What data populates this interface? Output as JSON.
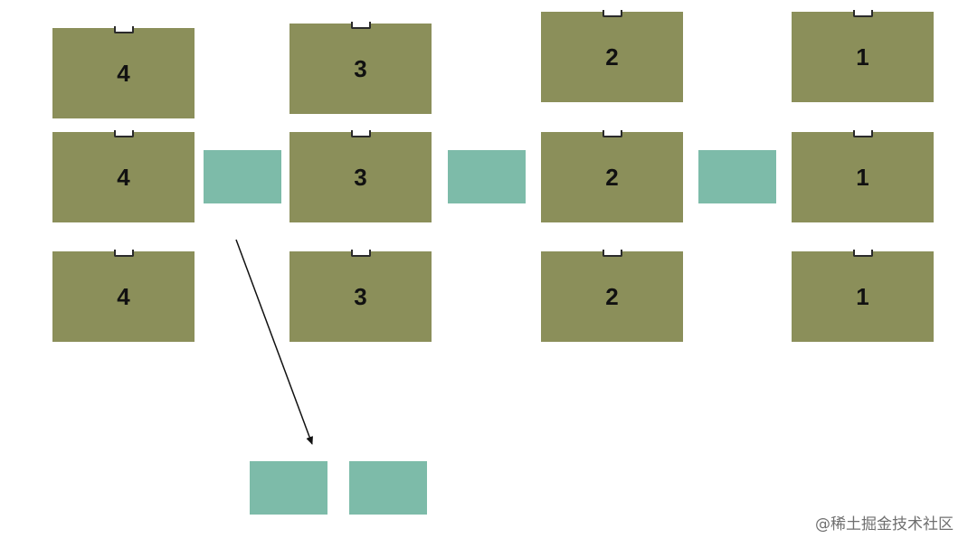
{
  "colors": {
    "card_fill": "#8b8f5a",
    "block_fill": "#7dbba9",
    "arrow": "#111111"
  },
  "cards": [
    [
      "4",
      "3",
      "2",
      "1"
    ],
    [
      "4",
      "3",
      "2",
      "1"
    ],
    [
      "4",
      "3",
      "2",
      "1"
    ]
  ],
  "watermark": "@稀土掘金技术社区"
}
